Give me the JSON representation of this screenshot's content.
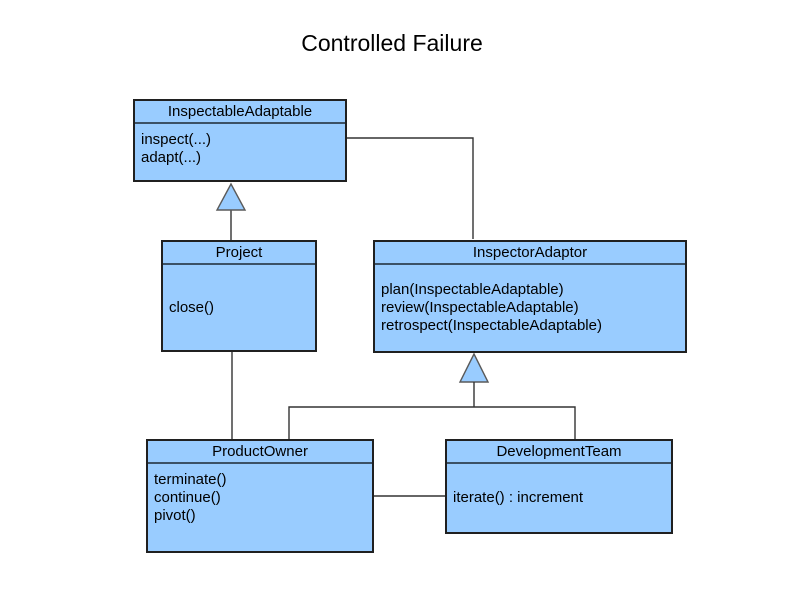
{
  "title": "Controlled Failure",
  "colors": {
    "background": "#ffffff",
    "text": "#000000",
    "node_fill": "#99ccff",
    "node_border": "#202020",
    "title_separator": "#3b5166",
    "connector": "#333333"
  },
  "classes": [
    {
      "name": "InspectableAdaptable",
      "methods": [
        "inspect(...)",
        "adapt(...)"
      ]
    },
    {
      "name": "Project",
      "methods": [
        "close()"
      ]
    },
    {
      "name": "InspectorAdaptor",
      "methods": [
        "plan(InspectableAdaptable)",
        "review(InspectableAdaptable)",
        "retrospect(InspectableAdaptable)"
      ]
    },
    {
      "name": "ProductOwner",
      "methods": [
        "terminate()",
        "continue()",
        "pivot()"
      ]
    },
    {
      "name": "DevelopmentTeam",
      "methods": [
        "iterate() : increment"
      ]
    }
  ],
  "relations": [
    {
      "type": "generalization",
      "from": "Project",
      "to": "InspectableAdaptable"
    },
    {
      "type": "association",
      "from": "InspectableAdaptable",
      "to": "InspectorAdaptor"
    },
    {
      "type": "generalization",
      "from": "ProductOwner",
      "to": "InspectorAdaptor"
    },
    {
      "type": "generalization",
      "from": "DevelopmentTeam",
      "to": "InspectorAdaptor"
    },
    {
      "type": "association",
      "from": "Project",
      "to": "ProductOwner"
    },
    {
      "type": "association",
      "from": "ProductOwner",
      "to": "DevelopmentTeam"
    }
  ]
}
